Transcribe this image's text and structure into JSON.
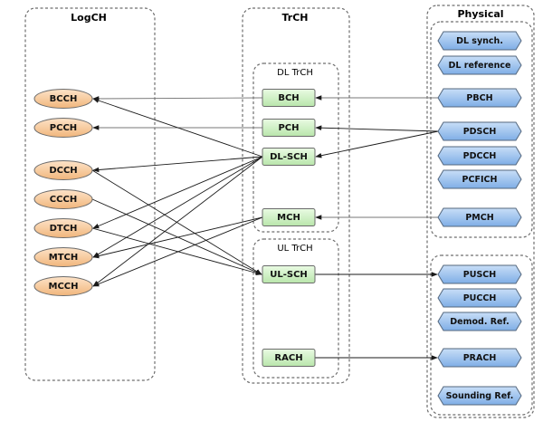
{
  "groups": {
    "logch": "LogCH",
    "trch": "TrCH",
    "physical": "Physical",
    "dl_trch": "DL TrCH",
    "ul_trch": "UL TrCH"
  },
  "logical_channels": [
    "BCCH",
    "PCCH",
    "DCCH",
    "CCCH",
    "DTCH",
    "MTCH",
    "MCCH"
  ],
  "transport_channels": {
    "downlink": [
      "BCH",
      "PCH",
      "DL-SCH",
      "MCH"
    ],
    "uplink": [
      "UL-SCH",
      "RACH"
    ]
  },
  "physical_channels": {
    "downlink": [
      "DL synch.",
      "DL reference",
      "PBCH",
      "PDSCH",
      "PDCCH",
      "PCFICH",
      "PMCH"
    ],
    "uplink": [
      "PUSCH",
      "PUCCH",
      "Demod. Ref.",
      "PRACH",
      "Sounding Ref."
    ]
  },
  "colors": {
    "logical_fill": "#f6c89a",
    "transport_fill": "#cdf0c2",
    "physical_fill": "#9cc3f0"
  },
  "mappings": [
    {
      "from": "BCH",
      "to": "BCCH"
    },
    {
      "from": "PCH",
      "to": "PCCH"
    },
    {
      "from": "PBCH",
      "to": "BCH"
    },
    {
      "from": "PDSCH",
      "to": "PCH"
    },
    {
      "from": "PDSCH",
      "to": "DL-SCH"
    },
    {
      "from": "PMCH",
      "to": "MCH"
    },
    {
      "from": "DL-SCH",
      "to": "BCCH"
    },
    {
      "from": "DL-SCH",
      "to": "DCCH"
    },
    {
      "from": "DL-SCH",
      "to": "DTCH"
    },
    {
      "from": "DL-SCH",
      "to": "MTCH"
    },
    {
      "from": "DL-SCH",
      "to": "MCCH"
    },
    {
      "from": "MCH",
      "to": "MTCH"
    },
    {
      "from": "MCH",
      "to": "MCCH"
    },
    {
      "from": "DCCH",
      "to": "UL-SCH"
    },
    {
      "from": "CCCH",
      "to": "UL-SCH"
    },
    {
      "from": "DTCH",
      "to": "UL-SCH"
    },
    {
      "from": "UL-SCH",
      "to": "PUSCH"
    },
    {
      "from": "RACH",
      "to": "PRACH"
    }
  ]
}
